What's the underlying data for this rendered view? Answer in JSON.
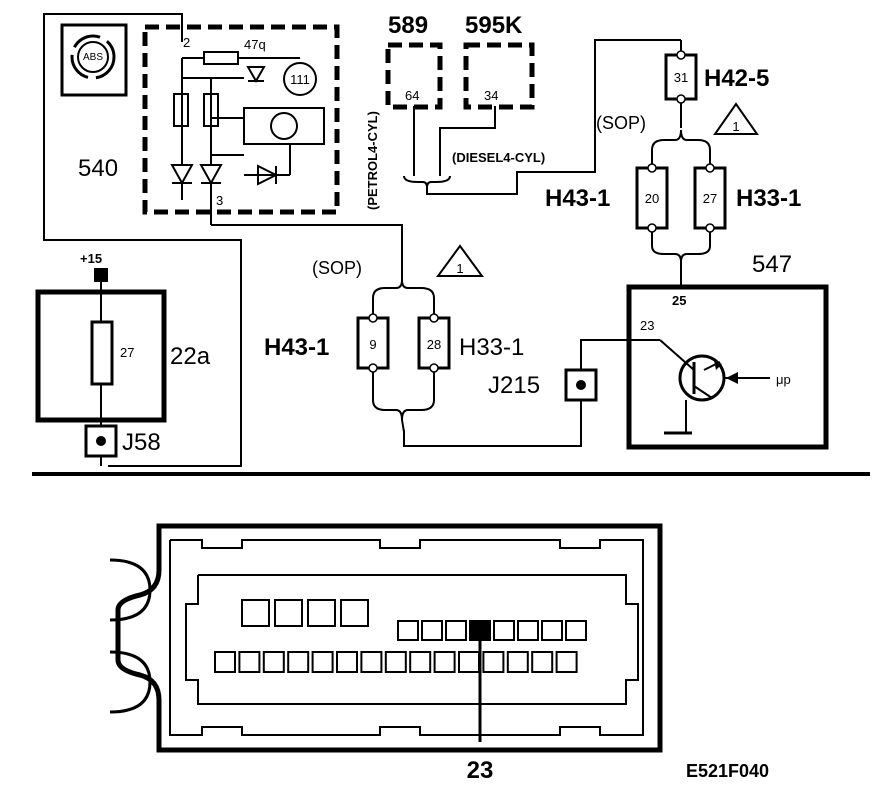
{
  "components": {
    "abs_module": {
      "id": "540",
      "icon_text": "ABS",
      "resistor_label": "47q",
      "bulb": "111",
      "pin_top": "2",
      "pin_bottom": "3"
    },
    "relay_589": {
      "id": "589",
      "pin": "64"
    },
    "relay_595k": {
      "id": "595K",
      "pin": "34"
    },
    "fuse_22a": {
      "id": "22a",
      "value": "27",
      "supply": "+15"
    },
    "ground_j58": {
      "id": "J58"
    },
    "splice_j215": {
      "id": "J215"
    },
    "instrument_547": {
      "id": "547",
      "pin_top": "25",
      "pin_in": "23",
      "mp_label": "μp"
    }
  },
  "variants": {
    "petrol": "(PETROL4-CYL)",
    "diesel": "(DIESEL4-CYL)",
    "sop": "(SOP)",
    "note_symbol": "1"
  },
  "connectors": {
    "h42_5": {
      "id": "H42-5",
      "pin": "31"
    },
    "upper_h43_1": {
      "id": "H43-1",
      "pin": "20"
    },
    "upper_h33_1": {
      "id": "H33-1",
      "pin": "27"
    },
    "lower_h43_1": {
      "id": "H43-1",
      "pin": "9"
    },
    "lower_h33_1": {
      "id": "H33-1",
      "pin": "28"
    }
  },
  "connector_view": {
    "pin_label": "23"
  },
  "figure_code": "E521F040"
}
